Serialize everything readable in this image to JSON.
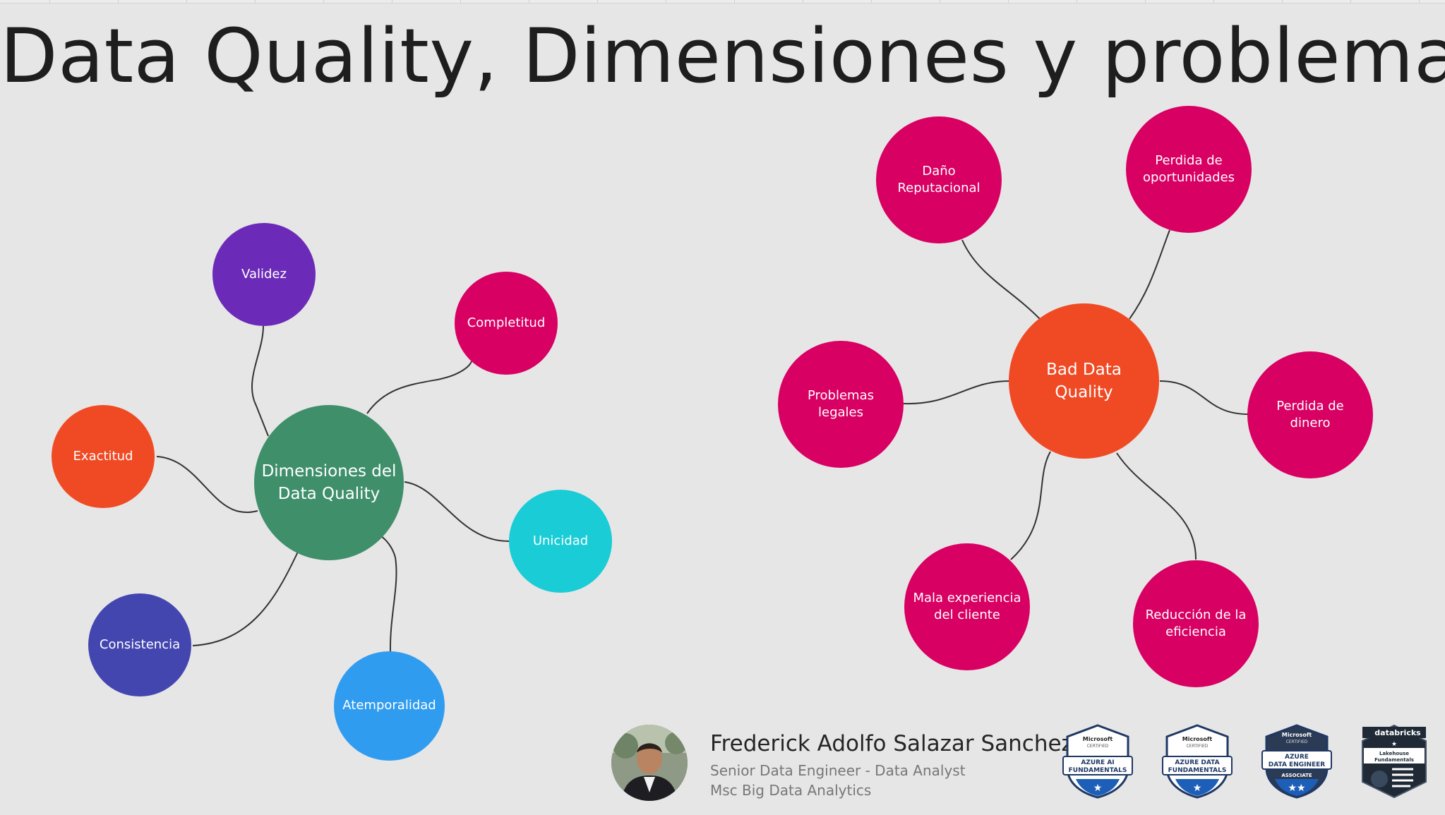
{
  "title": "Data Quality, Dimensiones y problemas",
  "colors": {
    "background": "#e6e6e6",
    "green": "#3f8f6b",
    "purple": "#6b2bb8",
    "crimson": "#d80063",
    "orange_red": "#f04a24",
    "cyan": "#19ccd6",
    "indigo": "#4446b0",
    "blue": "#309cf0",
    "link": "#333333"
  },
  "diagram_left": {
    "hub": "Dimensiones del Data Quality",
    "nodes": [
      "Validez",
      "Completitud",
      "Exactitud",
      "Unicidad",
      "Consistencia",
      "Atemporalidad"
    ]
  },
  "diagram_right": {
    "hub": "Bad Data Quality",
    "nodes": [
      "Daño Reputacional",
      "Perdida de oportunidades",
      "Problemas legales",
      "Perdida de dinero",
      "Mala experiencia del cliente",
      "Reducción de la eficiencia"
    ]
  },
  "footer": {
    "photo": "author-photo",
    "name": "Frederick Adolfo Salazar Sanchez",
    "role": "Senior Data Engineer - Data Analyst",
    "degree": "Msc Big Data Analytics",
    "badges": [
      {
        "issuer": "Microsoft",
        "sub": "CERTIFIED",
        "line1": "AZURE AI",
        "line2": "FUNDAMENTALS",
        "stars": "★"
      },
      {
        "issuer": "Microsoft",
        "sub": "CERTIFIED",
        "line1": "AZURE DATA",
        "line2": "FUNDAMENTALS",
        "stars": "★"
      },
      {
        "issuer": "Microsoft",
        "sub": "CERTIFIED",
        "line1": "AZURE",
        "line2": "DATA ENGINEER",
        "line3": "ASSOCIATE",
        "stars": "★★"
      },
      {
        "issuer": "databricks",
        "line1": "Lakehouse",
        "line2": "Fundamentals",
        "stars": "★"
      }
    ]
  }
}
